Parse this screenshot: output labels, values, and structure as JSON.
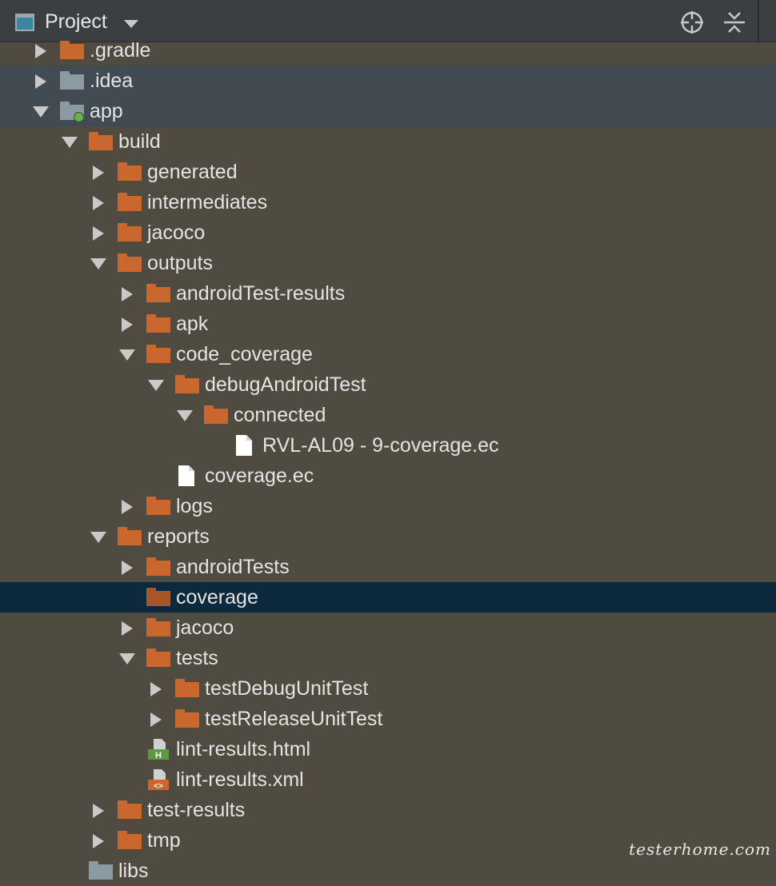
{
  "panel": {
    "title": "Project",
    "icons": [
      "project-window-icon",
      "dropdown-caret-icon",
      "locate-target-icon",
      "collapse-all-icon"
    ]
  },
  "colors": {
    "folder": "#c9672e",
    "excluded_folder": "#8b9aa3",
    "excluded_row_bg": "#424a52",
    "selected_row_bg": "#0d293e",
    "panel_bg": "#4f4b41"
  },
  "tree": [
    {
      "label": ".gradle",
      "depth": 0,
      "expand": "collapsed",
      "type": "folder",
      "row": "normal"
    },
    {
      "label": ".idea",
      "depth": 0,
      "expand": "collapsed",
      "type": "folder-excluded",
      "row": "excluded"
    },
    {
      "label": "app",
      "depth": 0,
      "expand": "expanded",
      "type": "module",
      "row": "excluded"
    },
    {
      "label": "build",
      "depth": 1,
      "expand": "expanded",
      "type": "folder",
      "row": "normal"
    },
    {
      "label": "generated",
      "depth": 2,
      "expand": "collapsed",
      "type": "folder",
      "row": "normal"
    },
    {
      "label": "intermediates",
      "depth": 2,
      "expand": "collapsed",
      "type": "folder",
      "row": "normal"
    },
    {
      "label": "jacoco",
      "depth": 2,
      "expand": "collapsed",
      "type": "folder",
      "row": "normal"
    },
    {
      "label": "outputs",
      "depth": 2,
      "expand": "expanded",
      "type": "folder",
      "row": "normal"
    },
    {
      "label": "androidTest-results",
      "depth": 3,
      "expand": "collapsed",
      "type": "folder",
      "row": "normal"
    },
    {
      "label": "apk",
      "depth": 3,
      "expand": "collapsed",
      "type": "folder",
      "row": "normal"
    },
    {
      "label": "code_coverage",
      "depth": 3,
      "expand": "expanded",
      "type": "folder",
      "row": "normal"
    },
    {
      "label": "debugAndroidTest",
      "depth": 4,
      "expand": "expanded",
      "type": "folder",
      "row": "normal"
    },
    {
      "label": "connected",
      "depth": 5,
      "expand": "expanded",
      "type": "folder",
      "row": "normal"
    },
    {
      "label": "RVL-AL09 - 9-coverage.ec",
      "depth": 6,
      "expand": "none",
      "type": "file",
      "row": "normal"
    },
    {
      "label": "coverage.ec",
      "depth": 4,
      "expand": "none",
      "type": "file",
      "row": "normal"
    },
    {
      "label": "logs",
      "depth": 3,
      "expand": "collapsed",
      "type": "folder",
      "row": "normal"
    },
    {
      "label": "reports",
      "depth": 2,
      "expand": "expanded",
      "type": "folder",
      "row": "normal"
    },
    {
      "label": "androidTests",
      "depth": 3,
      "expand": "collapsed",
      "type": "folder",
      "row": "normal"
    },
    {
      "label": "coverage",
      "depth": 3,
      "expand": "none",
      "type": "folder",
      "row": "selected"
    },
    {
      "label": "jacoco",
      "depth": 3,
      "expand": "collapsed",
      "type": "folder",
      "row": "normal"
    },
    {
      "label": "tests",
      "depth": 3,
      "expand": "expanded",
      "type": "folder",
      "row": "normal"
    },
    {
      "label": "testDebugUnitTest",
      "depth": 4,
      "expand": "collapsed",
      "type": "folder",
      "row": "normal"
    },
    {
      "label": "testReleaseUnitTest",
      "depth": 4,
      "expand": "collapsed",
      "type": "folder",
      "row": "normal"
    },
    {
      "label": "lint-results.html",
      "depth": 3,
      "expand": "none",
      "type": "html-file",
      "row": "normal"
    },
    {
      "label": "lint-results.xml",
      "depth": 3,
      "expand": "none",
      "type": "xml-file",
      "row": "normal"
    },
    {
      "label": "test-results",
      "depth": 2,
      "expand": "collapsed",
      "type": "folder",
      "row": "normal"
    },
    {
      "label": "tmp",
      "depth": 2,
      "expand": "collapsed",
      "type": "folder",
      "row": "normal"
    },
    {
      "label": "libs",
      "depth": 1,
      "expand": "none",
      "type": "folder-excluded",
      "row": "normal"
    }
  ],
  "watermark": "testerhome.com"
}
